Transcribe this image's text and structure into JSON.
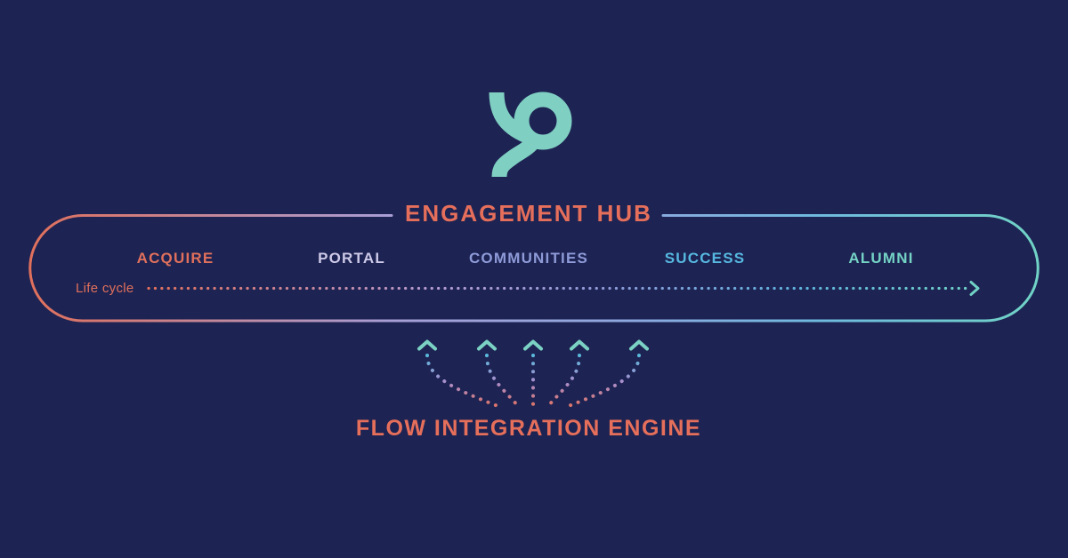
{
  "canvas": {
    "background": "#1D2352"
  },
  "logo": {
    "name": "brand-loop-logo",
    "color": "#7FCFC3"
  },
  "hub": {
    "title": "ENGAGEMENT HUB",
    "title_color": "#E66F5B",
    "stages": [
      {
        "label": "ACQUIRE",
        "color": "#E0705C"
      },
      {
        "label": "PORTAL",
        "color": "#CDC9E8"
      },
      {
        "label": "COMMUNITIES",
        "color": "#8E9BD8"
      },
      {
        "label": "SUCCESS",
        "color": "#56B8E0"
      },
      {
        "label": "ALUMNI",
        "color": "#74D3C5"
      }
    ],
    "lifecycle": {
      "label": "Life cycle",
      "color": "#E0705C",
      "arrow_direction": "right"
    },
    "border_gradient": [
      "#E0705C",
      "#A79ED6",
      "#6FB9DE",
      "#70D3C6"
    ]
  },
  "engine": {
    "label": "FLOW INTEGRATION ENGINE",
    "color": "#E66F5B",
    "arrow_count": 5,
    "arrowhead_color": "#7BD2C4",
    "arrow_gradient": [
      "#55BBDC",
      "#A78FD0",
      "#E2715D"
    ]
  }
}
